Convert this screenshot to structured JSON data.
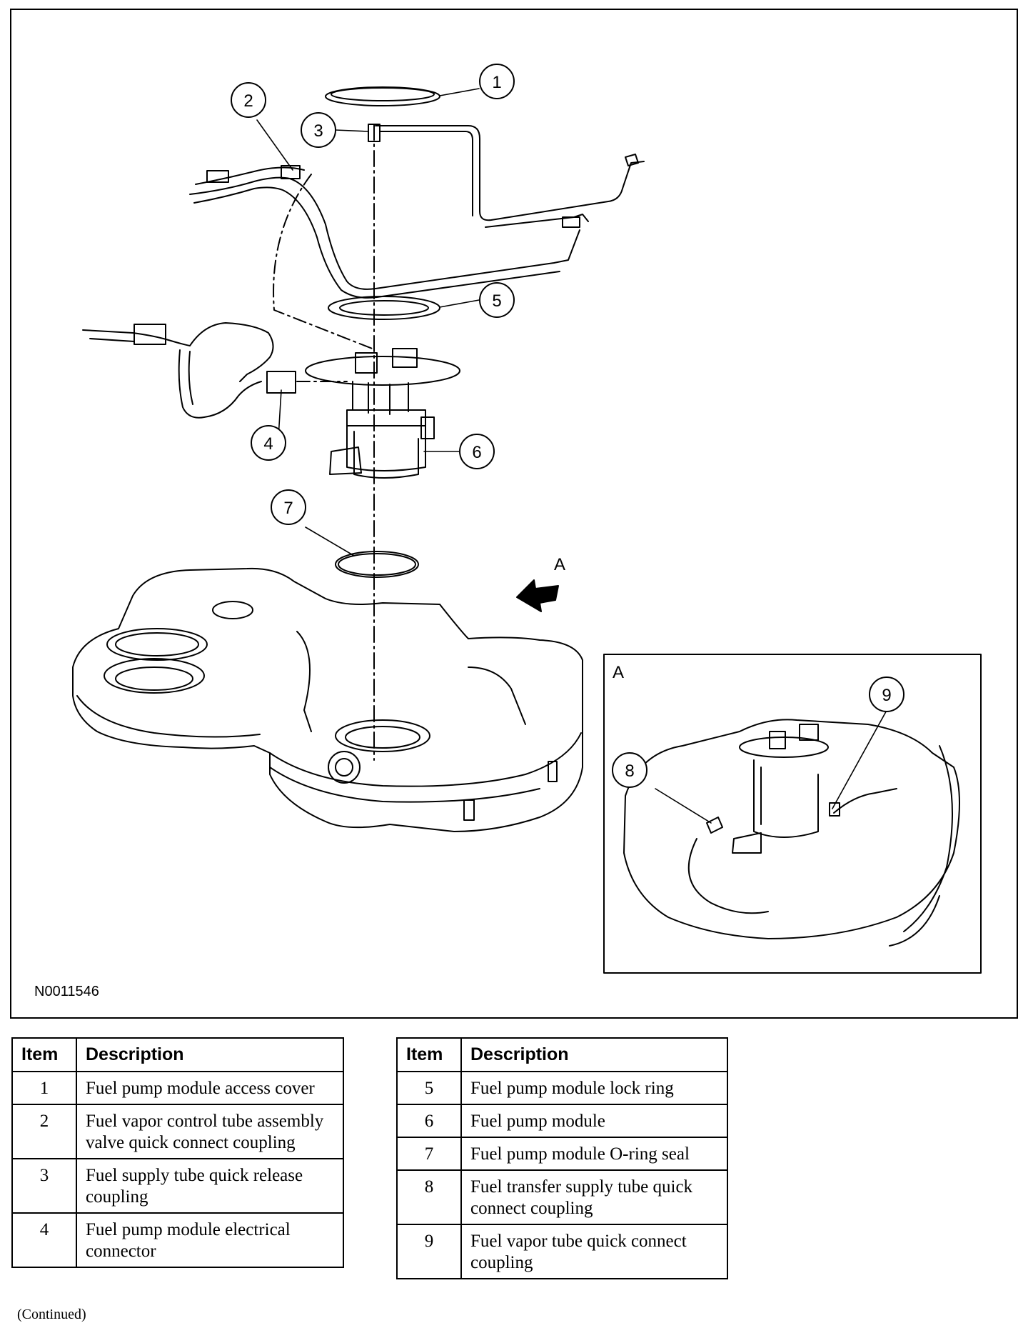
{
  "figure": {
    "code": "N0011546",
    "view_label": "A",
    "callouts": [
      "1",
      "2",
      "3",
      "4",
      "5",
      "6",
      "7",
      "8",
      "9"
    ]
  },
  "tables": {
    "headers": {
      "item": "Item",
      "description": "Description"
    },
    "left": [
      {
        "item": "1",
        "description": "Fuel pump module access cover"
      },
      {
        "item": "2",
        "description": "Fuel vapor control tube assembly valve quick connect coupling"
      },
      {
        "item": "3",
        "description": "Fuel supply tube quick release coupling"
      },
      {
        "item": "4",
        "description": "Fuel pump module electrical connector"
      }
    ],
    "right": [
      {
        "item": "5",
        "description": "Fuel pump module lock ring"
      },
      {
        "item": "6",
        "description": "Fuel pump module"
      },
      {
        "item": "7",
        "description": "Fuel pump module O-ring seal"
      },
      {
        "item": "8",
        "description": "Fuel transfer supply tube quick connect coupling"
      },
      {
        "item": "9",
        "description": "Fuel vapor tube quick connect coupling"
      }
    ]
  },
  "footer": {
    "continued": "(Continued)"
  }
}
